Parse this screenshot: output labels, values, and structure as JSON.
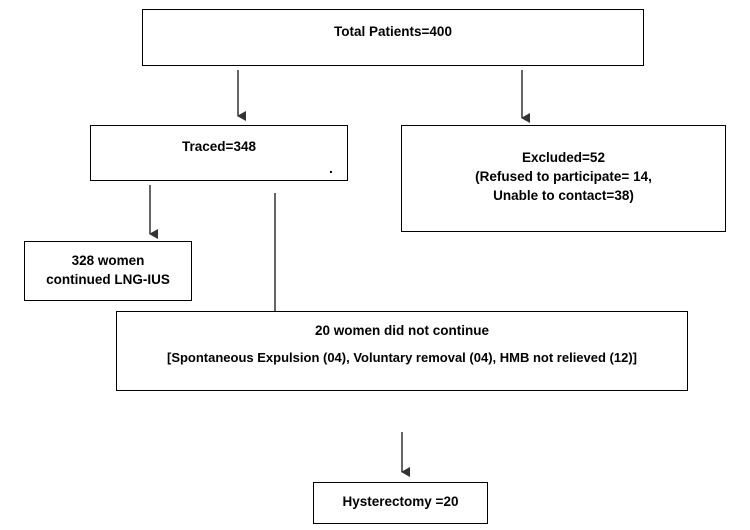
{
  "diagram": {
    "total": {
      "label": "Total Patients=400"
    },
    "traced": {
      "label": "Traced=348",
      "mark": "."
    },
    "excluded": {
      "title": "Excluded=52",
      "line1": "(Refused to participate= 14,",
      "line2": "Unable to contact=38)"
    },
    "continued": {
      "line1": "328 women",
      "line2": "continued LNG-IUS"
    },
    "discontinued": {
      "title": "20 women did not continue",
      "reasons": "[Spontaneous Expulsion (04), Voluntary removal (04), HMB not relieved (12)]"
    },
    "hysterectomy": {
      "label": "Hysterectomy =20"
    }
  },
  "colors": {
    "line": "#333333",
    "border": "#000000"
  }
}
